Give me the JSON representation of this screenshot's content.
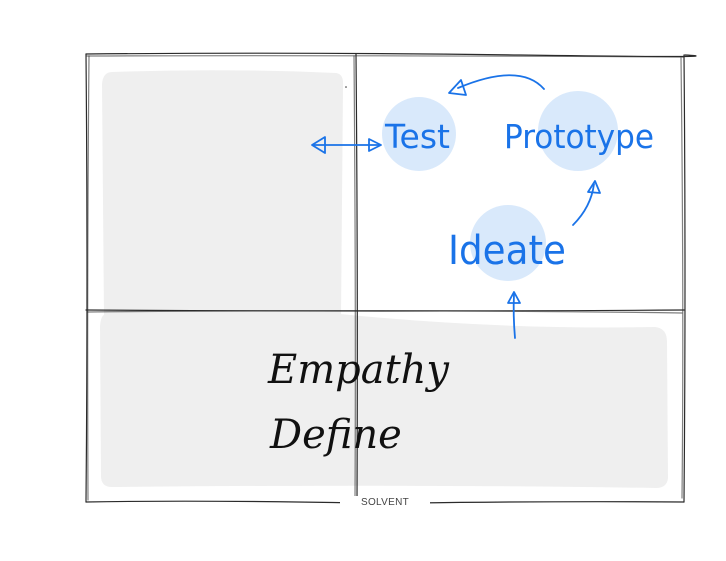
{
  "diagram": {
    "labels": {
      "empathy": "Empathy",
      "define": "Define",
      "test": "Test",
      "prototype": "Prototype",
      "ideate": "Ideate"
    },
    "footer": "SOLVENT"
  },
  "colors": {
    "accent_blue": "#1a73e8",
    "bubble_blue": "#d9e9fb",
    "shade_gray": "#efefef",
    "ink": "#111111"
  }
}
